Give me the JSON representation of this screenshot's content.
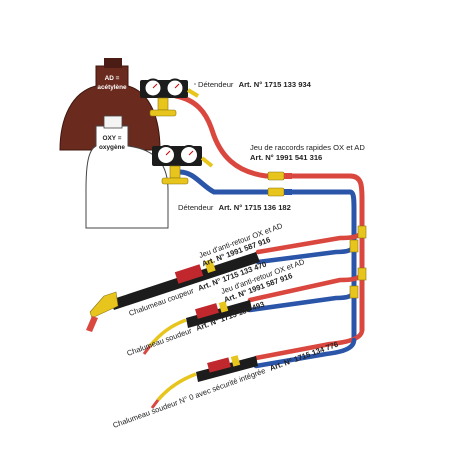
{
  "cylinders": {
    "acetylene": {
      "code": "AD =",
      "name": "acétylène",
      "color": "#6b2a1e"
    },
    "oxygen": {
      "code": "OXY =",
      "name": "oxygène",
      "color": "#ffffff"
    }
  },
  "labels": {
    "regulator_ad": {
      "text": "Détendeur",
      "art": "Art. N° 1715 133 934"
    },
    "quick_couplings": {
      "text": "Jeu de raccords rapides OX et AD",
      "art": "Art. N° 1991 541 316"
    },
    "regulator_oxy": {
      "text": "Détendeur",
      "art": "Art. N° 1715 136 182"
    },
    "flashback_1": {
      "text": "Jeu d'anti-retour OX et AD",
      "art": "Art. N° 1991 587 916"
    },
    "cutting_torch": {
      "text": "Chalumeau coupeur",
      "art": "Art. N° 1715 133 470"
    },
    "flashback_2": {
      "text": "Jeu d'anti-retour OX et AD",
      "art": "Art. N° 1991 587 916"
    },
    "welding_torch": {
      "text": "Chalumeau soudeur",
      "art": "Art. N° 1715 133 493"
    },
    "welding_torch_0": {
      "text": "Chalumeau soudeur N° 0 avec sécurité intégrée",
      "art": "Art. N° 1715 134 776"
    }
  },
  "colors": {
    "oxygen_hose": "#2a55a8",
    "acetylene_hose": "#d9473f",
    "brass": "#e8c51c",
    "torch_body": "#1c1c1c"
  }
}
